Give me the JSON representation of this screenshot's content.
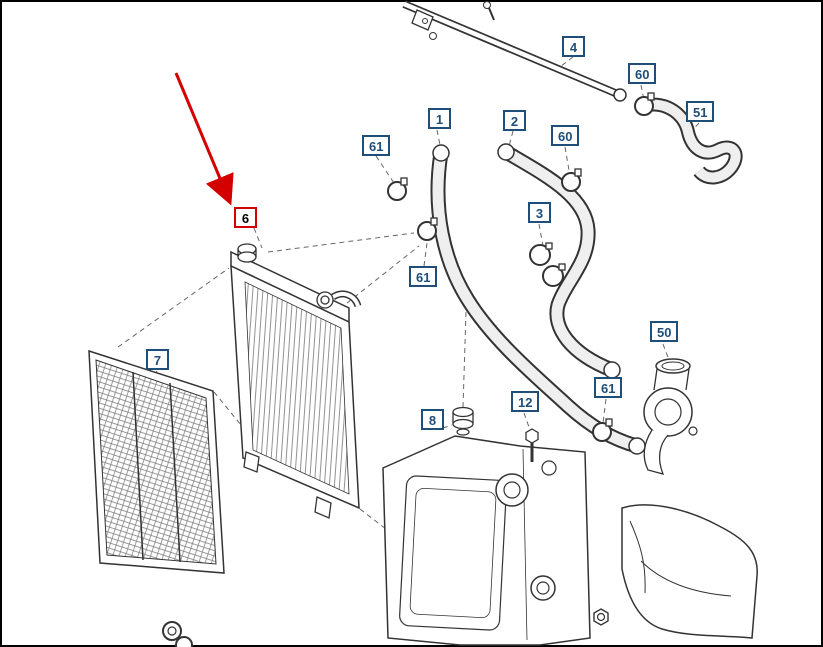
{
  "diagram": {
    "type": "exploded-parts-illustration",
    "highlighted_part": "6",
    "colors": {
      "background": "#ffffff",
      "line": "#333333",
      "label_border": "#1f4e79",
      "label_text": "#1f4e79",
      "highlight": "#d40000",
      "arrow": "#d40000"
    },
    "labels": [
      {
        "part": "4",
        "highlighted": false
      },
      {
        "part": "60",
        "highlighted": false
      },
      {
        "part": "51",
        "highlighted": false
      },
      {
        "part": "61",
        "highlighted": false
      },
      {
        "part": "1",
        "highlighted": false
      },
      {
        "part": "2",
        "highlighted": false
      },
      {
        "part": "60",
        "highlighted": false
      },
      {
        "part": "3",
        "highlighted": false
      },
      {
        "part": "6",
        "highlighted": true
      },
      {
        "part": "61",
        "highlighted": false
      },
      {
        "part": "7",
        "highlighted": false
      },
      {
        "part": "50",
        "highlighted": false
      },
      {
        "part": "8",
        "highlighted": false
      },
      {
        "part": "12",
        "highlighted": false
      },
      {
        "part": "61",
        "highlighted": false
      }
    ]
  }
}
